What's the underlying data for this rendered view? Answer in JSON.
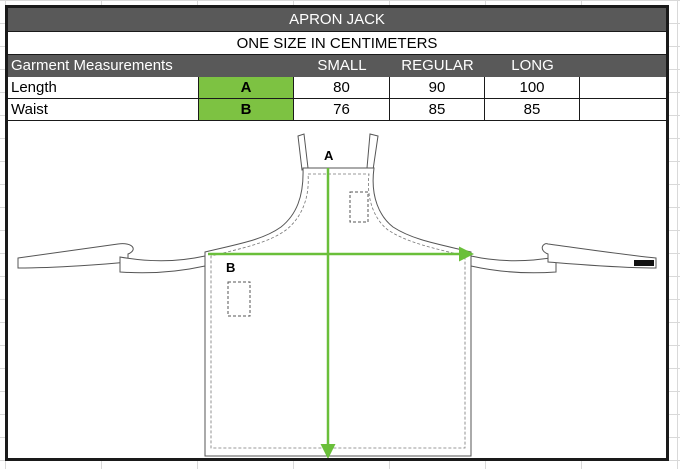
{
  "title": "APRON JACK",
  "subtitle": "ONE SIZE IN CENTIMETERS",
  "header": {
    "label": "Garment Measurements",
    "sizes": [
      "SMALL",
      "REGULAR",
      "LONG"
    ]
  },
  "rows": [
    {
      "name": "Length",
      "code": "A",
      "values": [
        "80",
        "90",
        "100"
      ]
    },
    {
      "name": "Waist",
      "code": "B",
      "values": [
        "76",
        "85",
        "85"
      ]
    }
  ],
  "diagram": {
    "label_a": "A",
    "label_b": "B"
  },
  "colors": {
    "header_bg": "#595959",
    "code_bg": "#7dc242",
    "measure_line": "#6abf3a"
  }
}
